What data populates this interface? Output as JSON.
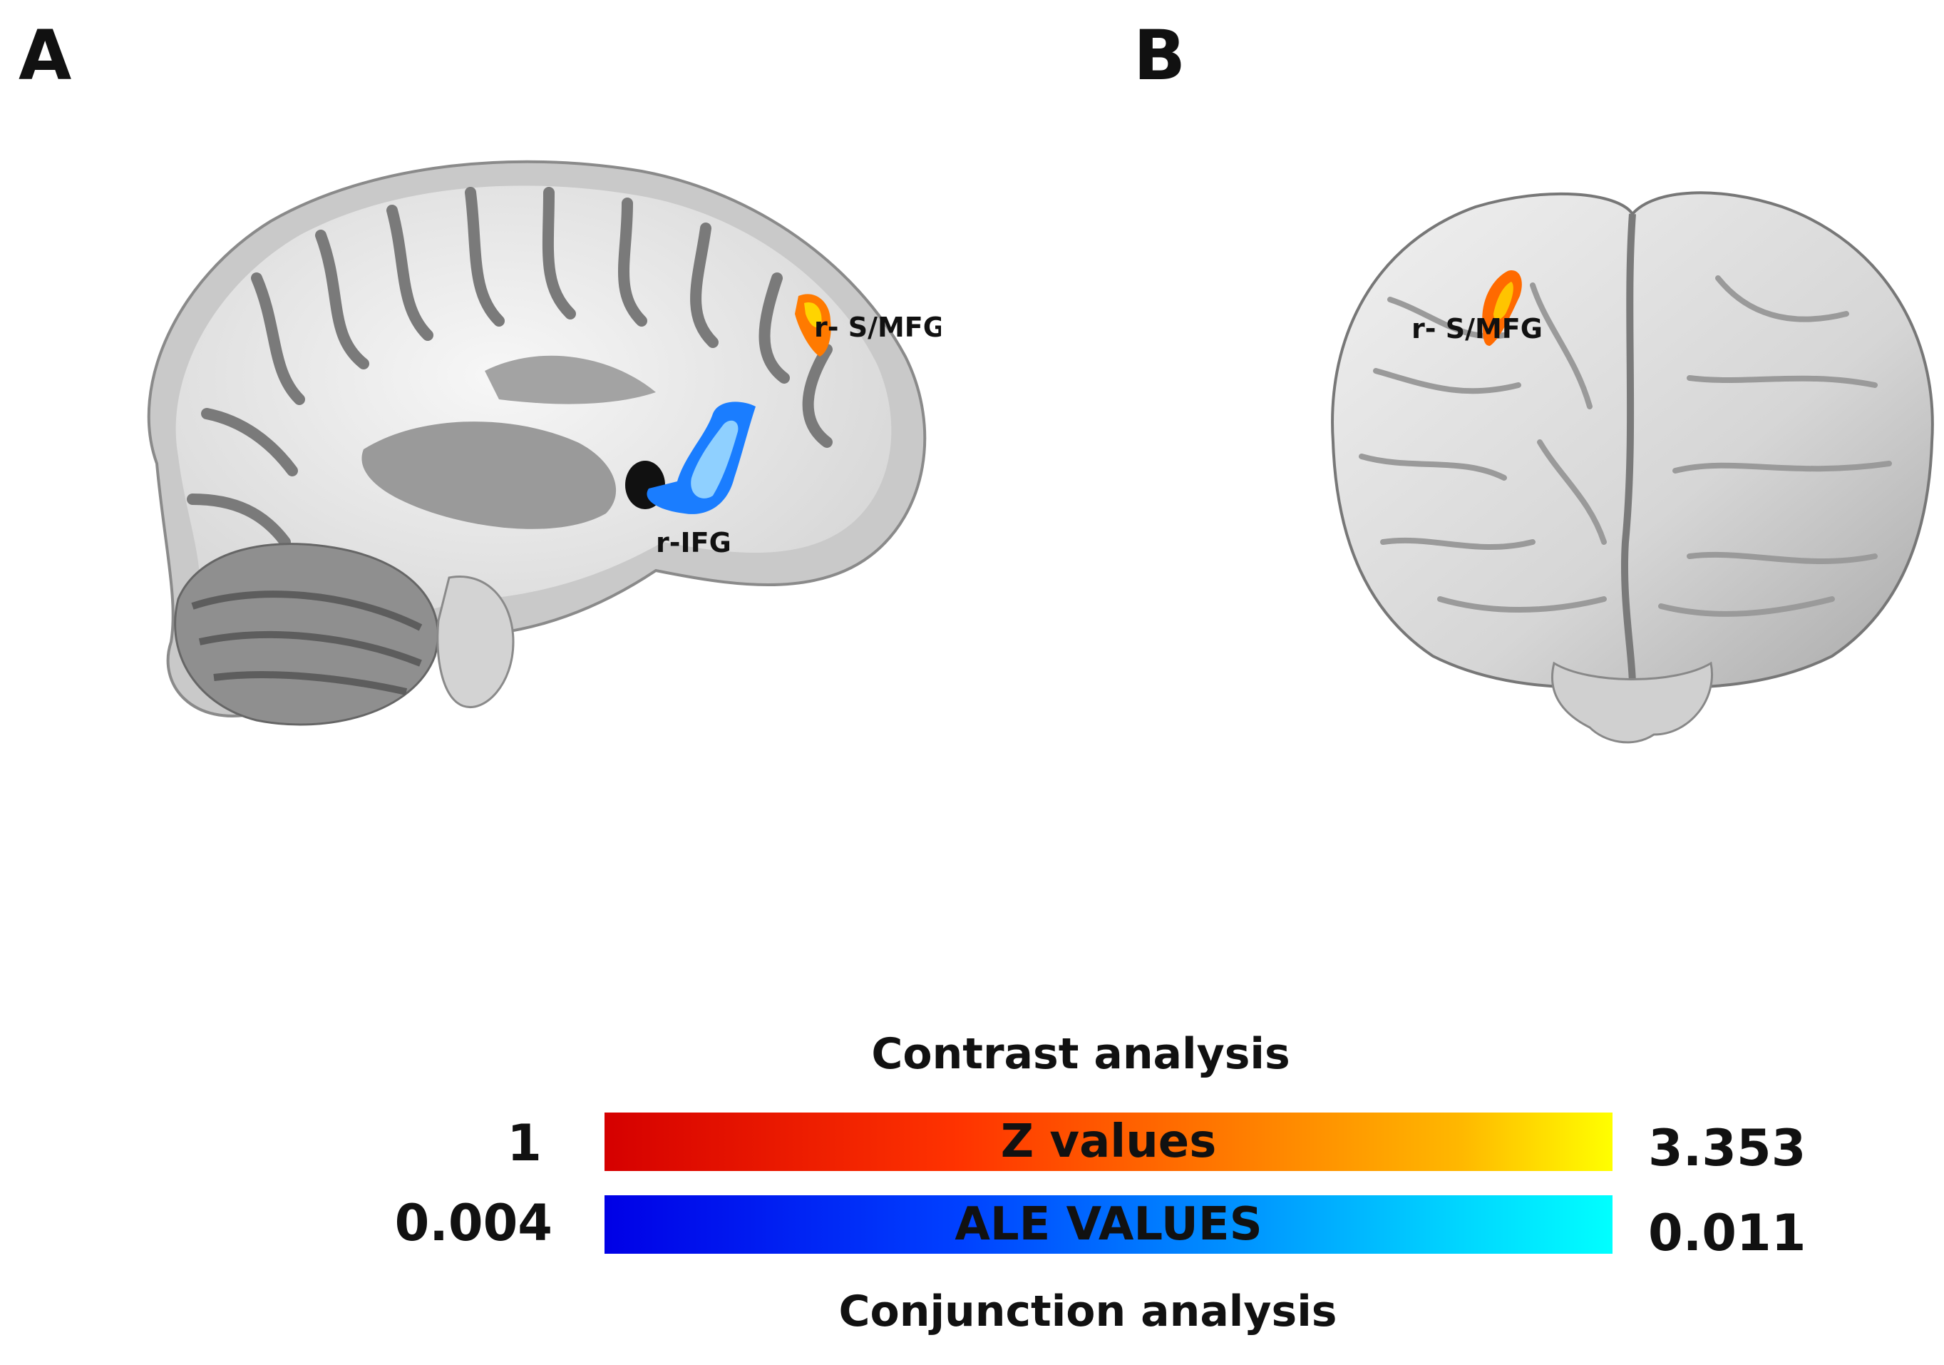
{
  "panels": {
    "a": {
      "letter": "A",
      "labels": {
        "smfg": "r- S/MFG",
        "ifg": "r-IFG"
      }
    },
    "b": {
      "letter": "B",
      "labels": {
        "smfg": "r- S/MFG"
      }
    }
  },
  "legend": {
    "contrast_title": "Contrast analysis",
    "conjunction_title": "Conjunction analysis",
    "z_scale": {
      "label": "Z values",
      "min": "1",
      "max": "3.353",
      "colors": [
        "#d50000",
        "#ff7a00",
        "#ffff00"
      ]
    },
    "ale_scale": {
      "label": "ALE VALUES",
      "min": "0.004",
      "max": "0.011",
      "colors": [
        "#0000e6",
        "#0090ff",
        "#00ffff"
      ]
    }
  }
}
